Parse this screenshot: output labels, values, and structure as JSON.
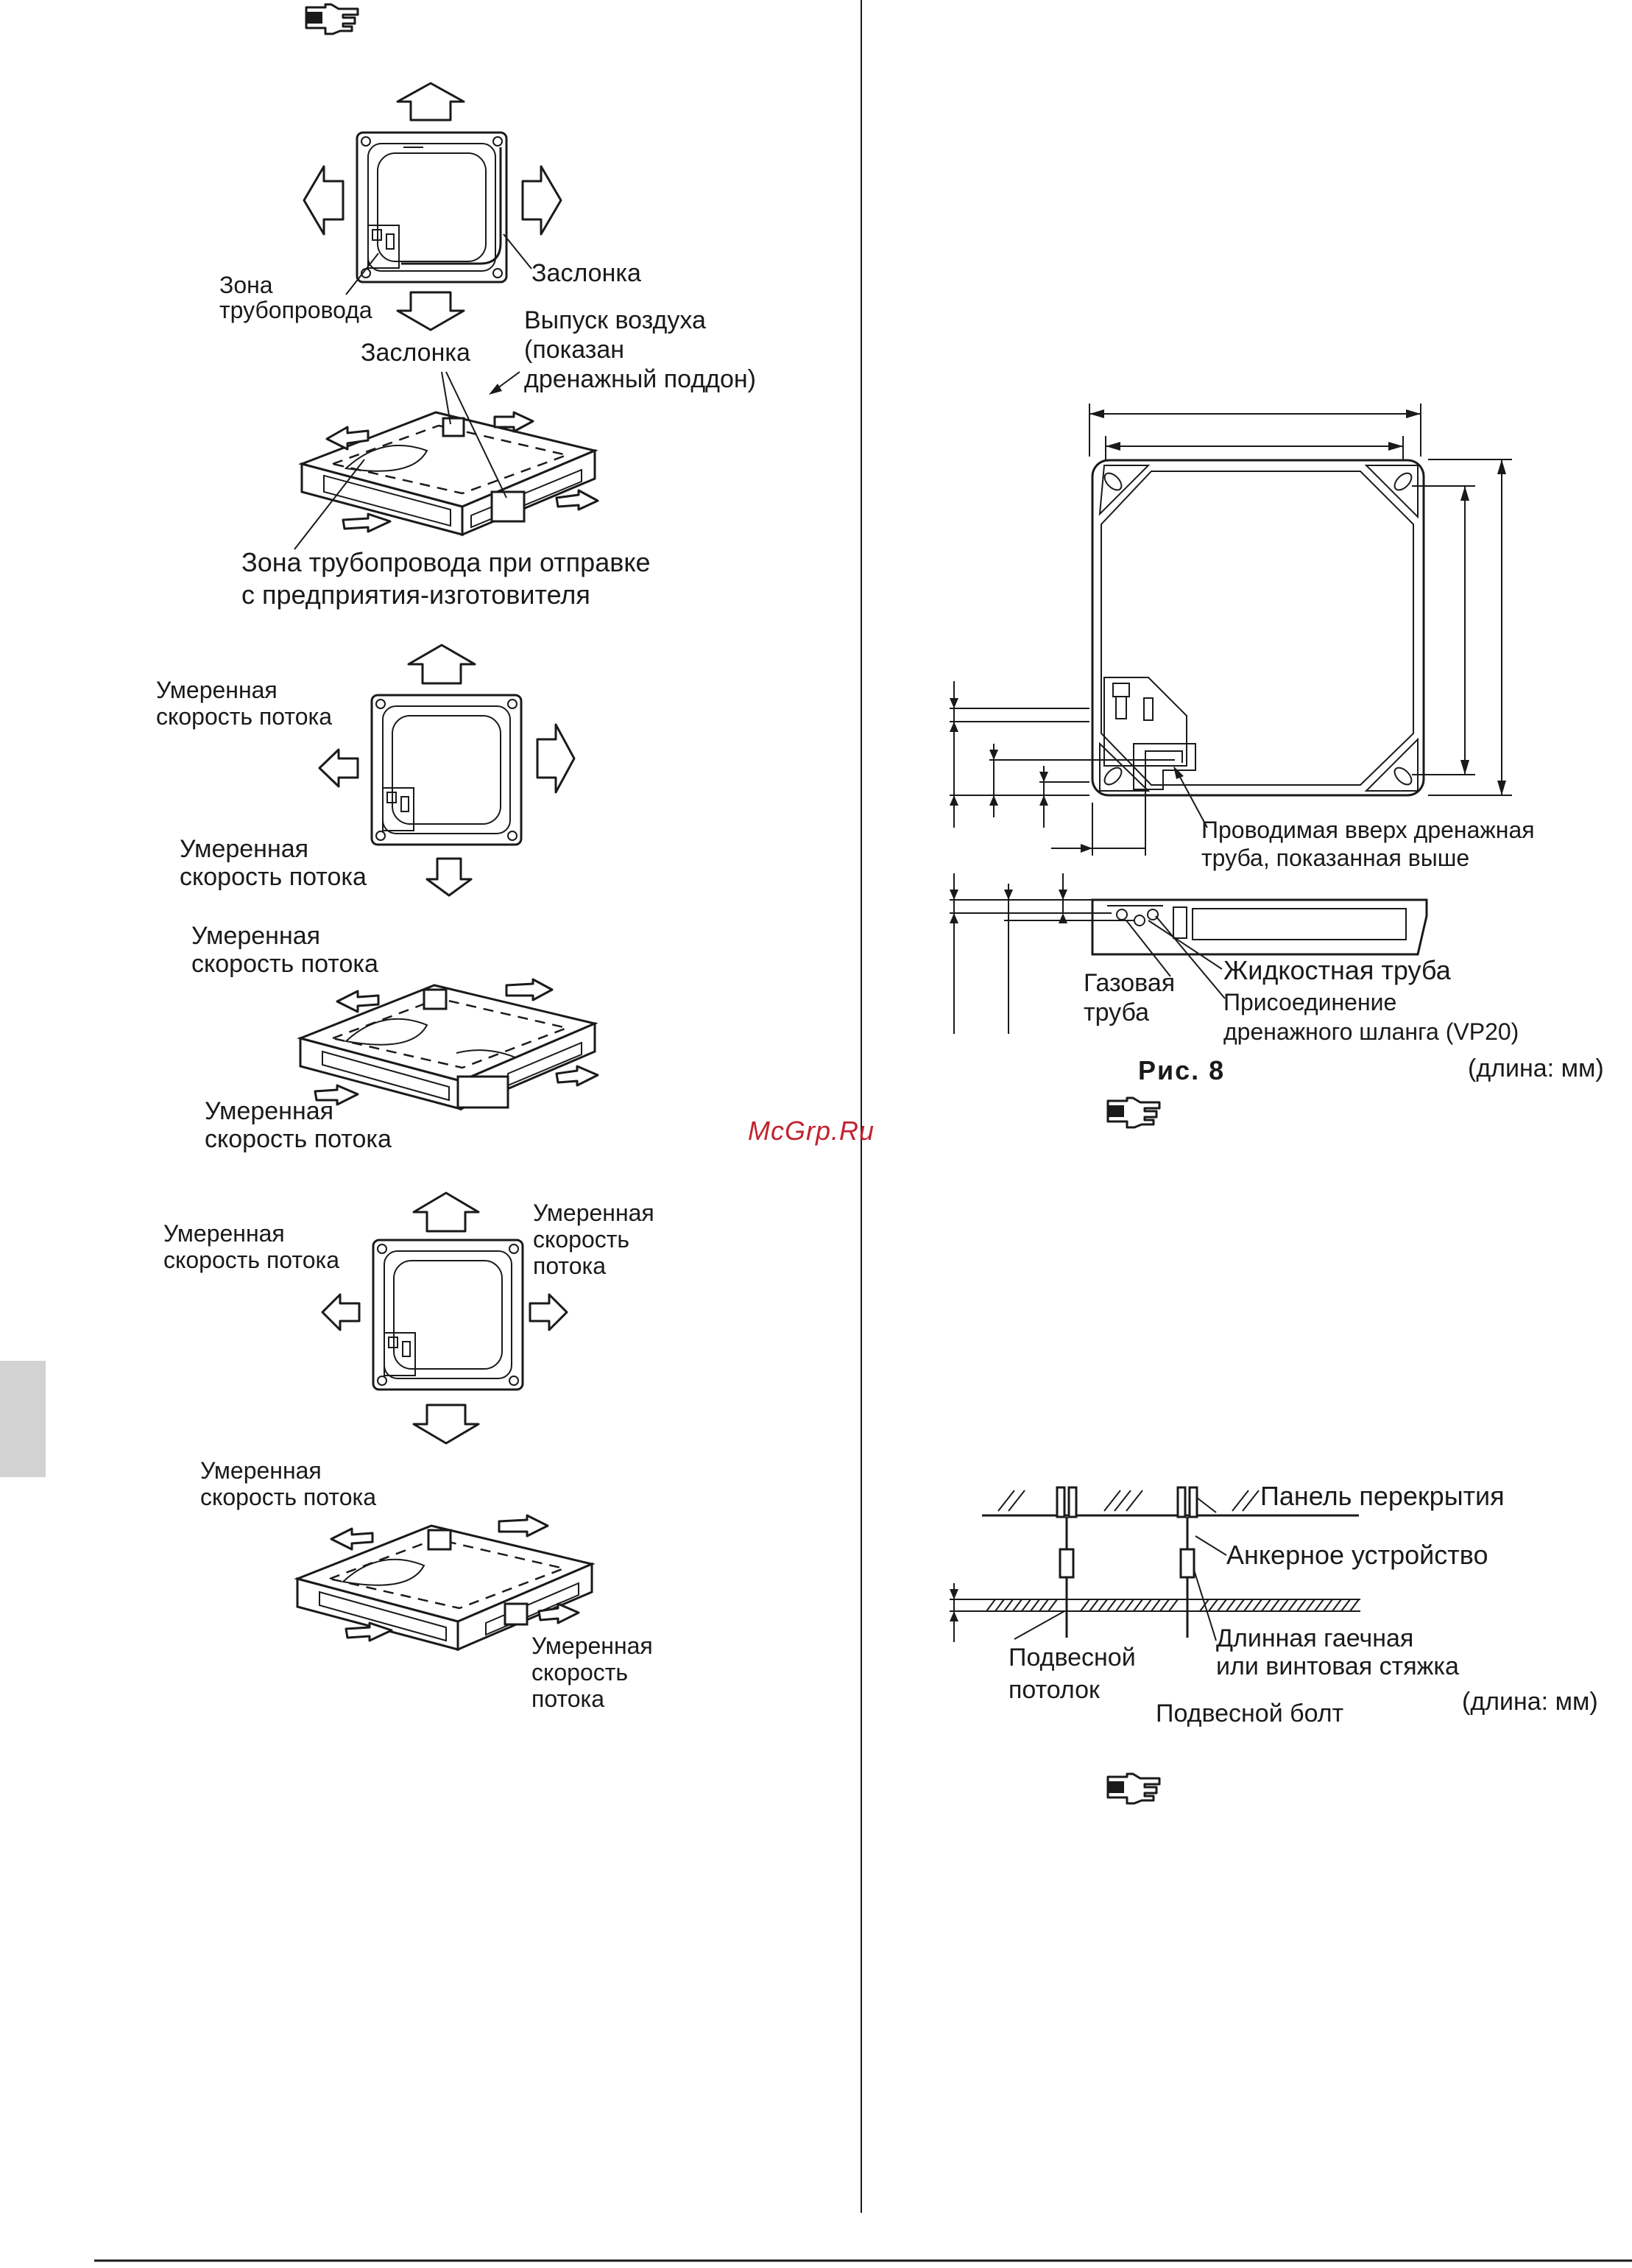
{
  "watermark": "McGrp.Ru",
  "left_column": {
    "figure_a": {
      "piping_zone": [
        "Зона",
        "трубопровода"
      ],
      "shutter_top": "Заслонка",
      "shutter_bottom": "Заслонка",
      "air_outlet": [
        "Выпуск воздуха",
        "(показан",
        "дренажный поддон)"
      ],
      "factory_piping_zone": [
        "Зона трубопровода при отправке",
        "с предприятия-изготовителя"
      ]
    },
    "figure_b": {
      "moderate_top_left": [
        "Умеренная",
        "скорость потока"
      ],
      "moderate_mid_left": [
        "Умеренная",
        "скорость потока"
      ],
      "moderate_above_unit": [
        "Умеренная",
        "скорость потока"
      ],
      "moderate_below_unit": [
        "Умеренная",
        "скорость потока"
      ]
    },
    "figure_c": {
      "moderate_left": [
        "Умеренная",
        "скорость потока"
      ],
      "moderate_right": [
        "Умеренная",
        "скорость",
        "потока"
      ],
      "moderate_below_square": [
        "Умеренная",
        "скорость потока"
      ],
      "moderate_unit_right": [
        "Умеренная",
        "скорость",
        "потока"
      ]
    }
  },
  "right_column": {
    "fig8": {
      "drain_pipe_up": [
        "Проводимая вверх дренажная",
        "труба, показанная выше"
      ],
      "liquid_pipe": "Жидкостная труба",
      "gas_pipe": [
        "Газовая",
        "труба"
      ],
      "drain_hose": [
        "Присоединение",
        "дренажного шланга (VP20)"
      ],
      "caption": "Рис. 8",
      "units": "(длина: мм)"
    },
    "fig_hang": {
      "ceiling_slab": "Панель перекрытия",
      "anchor": "Анкерное устройство",
      "long_nut": [
        "Длинная гаечная",
        "или винтовая стяжка"
      ],
      "suspended_ceiling": [
        "Подвесной",
        "потолок"
      ],
      "hanging_bolt": "Подвесной болт",
      "units": "(длина: мм)"
    }
  },
  "icons": [
    "pointing-hand-icon",
    "pointing-hand-icon",
    "pointing-hand-icon"
  ],
  "colors": {
    "watermark": "#c0222f",
    "tab": "#d2d2d2"
  }
}
